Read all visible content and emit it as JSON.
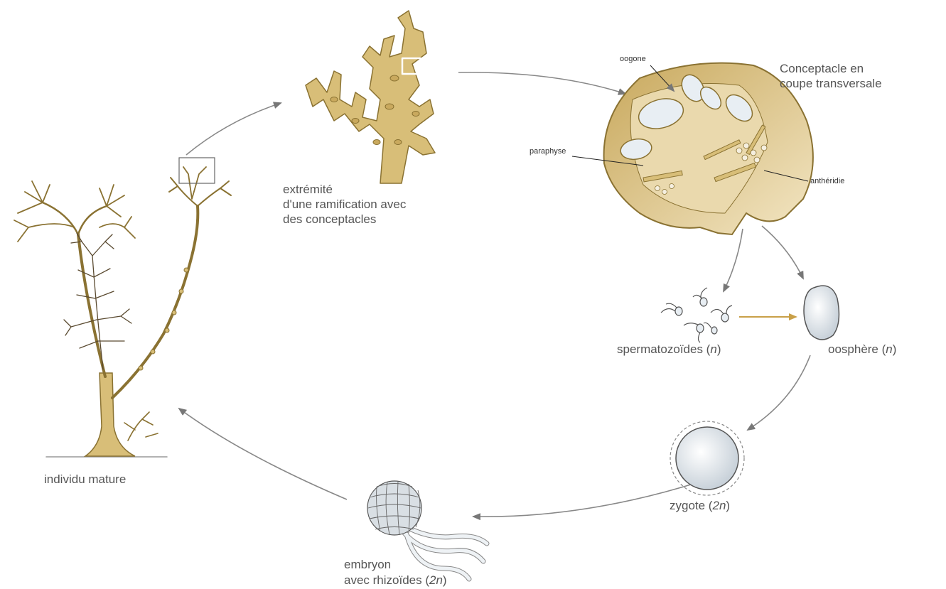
{
  "colors": {
    "algae_fill": "#d8be78",
    "algae_stroke": "#8a7232",
    "arrow": "#777777",
    "fertilization_arrow": "#c9a048",
    "cell_fill": "#dfe6ec"
  },
  "labels": {
    "mature_individual": "individu mature",
    "branch_tip": [
      "extrémité",
      "d'une ramification avec",
      "des conceptacles"
    ],
    "conceptacle_title": [
      "Conceptacle en",
      "coupe transversale"
    ],
    "oogone": "oogone",
    "paraphyse": "paraphyse",
    "antheridie": "anthéridie",
    "sperm": {
      "text": "spermatozoïdes (",
      "ploidy": "n",
      "close": ")"
    },
    "oosphere": {
      "text": "oosphère (",
      "ploidy": "n",
      "close": ")"
    },
    "zygote": {
      "text": "zygote (",
      "ploidy": "2n",
      "close": ")"
    },
    "embryo": {
      "line1": "embryon",
      "text": "avec rhizoïdes (",
      "ploidy": "2n",
      "close": ")"
    }
  }
}
